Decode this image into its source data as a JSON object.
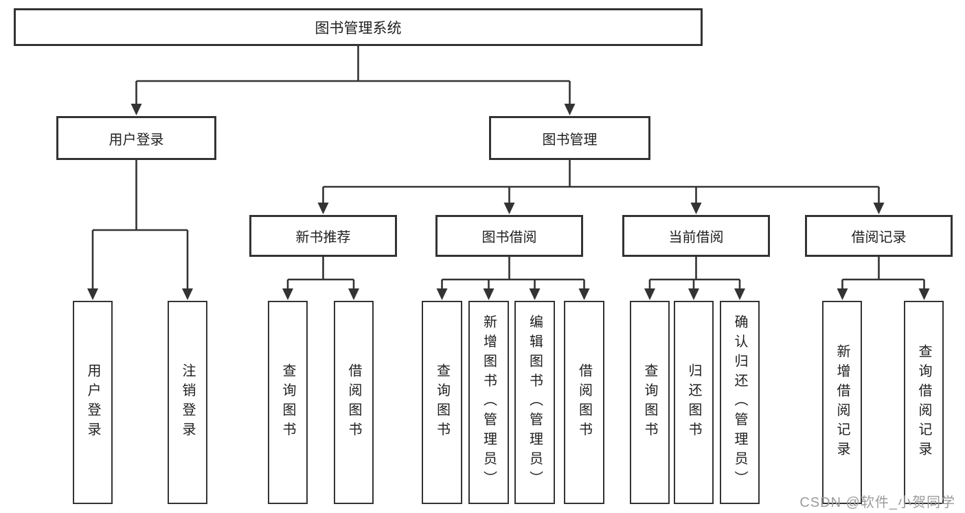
{
  "tree": {
    "root": {
      "label": "图书管理系统"
    },
    "children": [
      {
        "label": "用户登录",
        "children": [
          {
            "label": "用户登录"
          },
          {
            "label": "注销登录"
          }
        ]
      },
      {
        "label": "图书管理",
        "children": [
          {
            "label": "新书推荐",
            "children": [
              {
                "label": "查询图书"
              },
              {
                "label": "借阅图书"
              }
            ]
          },
          {
            "label": "图书借阅",
            "children": [
              {
                "label": "查询图书"
              },
              {
                "label": "新增图书（管理员）"
              },
              {
                "label": "编辑图书（管理员）"
              },
              {
                "label": "借阅图书"
              }
            ]
          },
          {
            "label": "当前借阅",
            "children": [
              {
                "label": "查询图书"
              },
              {
                "label": "归还图书"
              },
              {
                "label": "确认归还（管理员）"
              }
            ]
          },
          {
            "label": "借阅记录",
            "children": [
              {
                "label": "新增借阅记录"
              },
              {
                "label": "查询借阅记录"
              }
            ]
          }
        ]
      }
    ]
  },
  "watermark": {
    "text": "CSDN @软件_小贺同学"
  },
  "colors": {
    "line": "#333333",
    "box_border": "#333333",
    "text": "#1f1f1f",
    "watermark": "#9b9b9b",
    "background": "#ffffff"
  }
}
